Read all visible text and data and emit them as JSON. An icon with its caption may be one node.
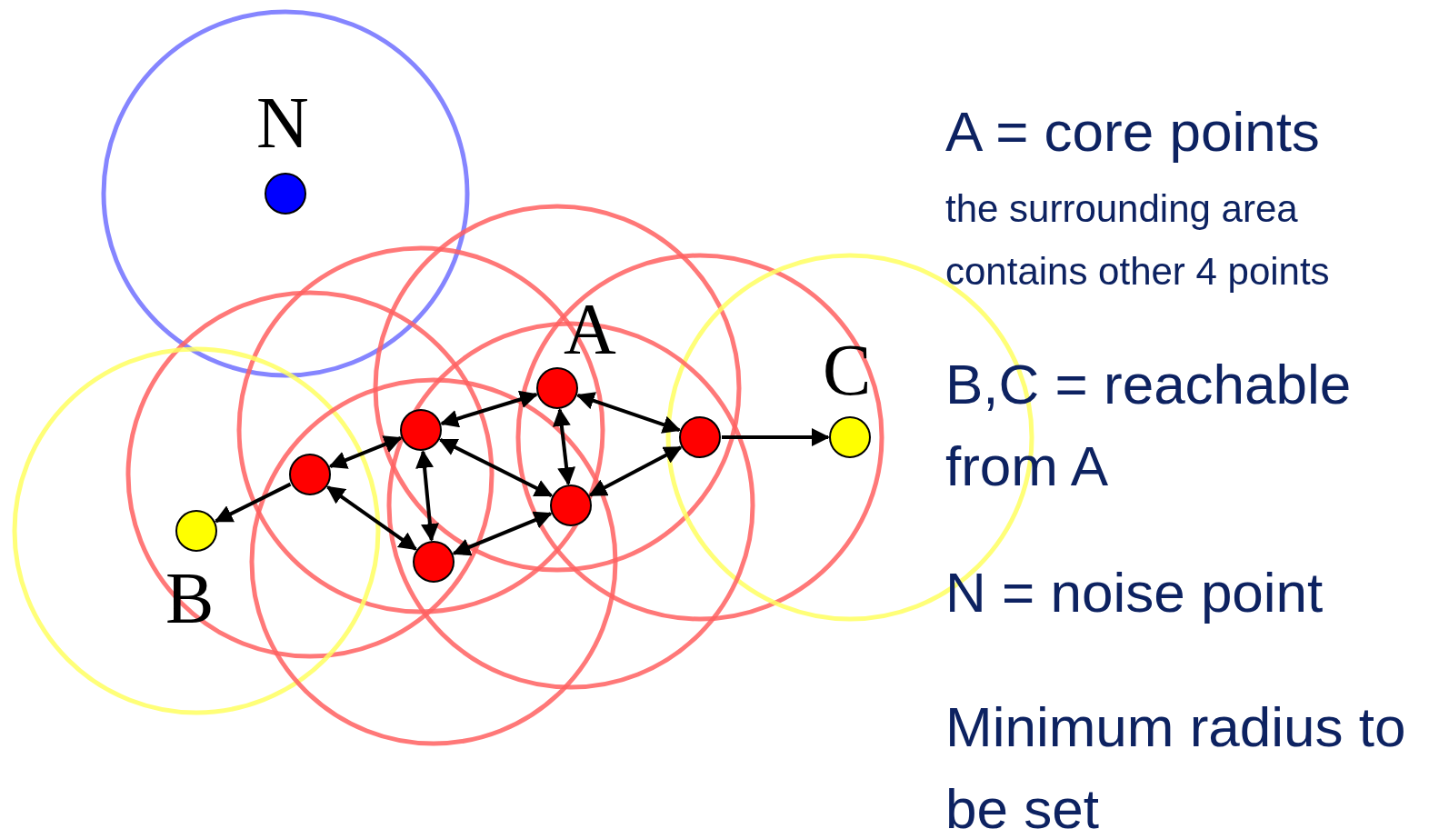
{
  "diagram": {
    "nodes": [
      {
        "text": [],
        "shape": "circle",
        "beside": [
          "N"
        ]
      },
      {
        "text": [],
        "shape": "circle",
        "beside": [
          "A"
        ]
      },
      {
        "text": [],
        "shape": "circle"
      },
      {
        "text": [],
        "shape": "circle"
      },
      {
        "text": [],
        "shape": "circle",
        "beside": [
          "C"
        ]
      },
      {
        "text": [],
        "shape": "circle"
      },
      {
        "text": [],
        "shape": "circle"
      },
      {
        "text": [],
        "shape": "circle",
        "beside": [
          "B"
        ]
      },
      {
        "text": [],
        "shape": "circle"
      }
    ],
    "edges": [
      {
        "from": 5,
        "to": 7,
        "arrow": "to"
      },
      {
        "from": 5,
        "to": 2,
        "arrow": "both"
      },
      {
        "from": 5,
        "to": 8,
        "arrow": "both"
      },
      {
        "from": 2,
        "to": 1,
        "arrow": "both"
      },
      {
        "from": 2,
        "to": 8,
        "arrow": "both"
      },
      {
        "from": 2,
        "to": 6,
        "arrow": "both"
      },
      {
        "from": 1,
        "to": 6,
        "arrow": "both"
      },
      {
        "from": 1,
        "to": 3,
        "arrow": "both"
      },
      {
        "from": 3,
        "to": 6,
        "arrow": "both"
      },
      {
        "from": 8,
        "to": 6,
        "arrow": "both"
      },
      {
        "from": 3,
        "to": 4,
        "arrow": "to"
      }
    ],
    "labels": [
      "A = core points",
      "the surrounding area contains other 4 points",
      "B,C = reachable from A",
      "N = noise point",
      "Minimum radius to be set"
    ]
  }
}
